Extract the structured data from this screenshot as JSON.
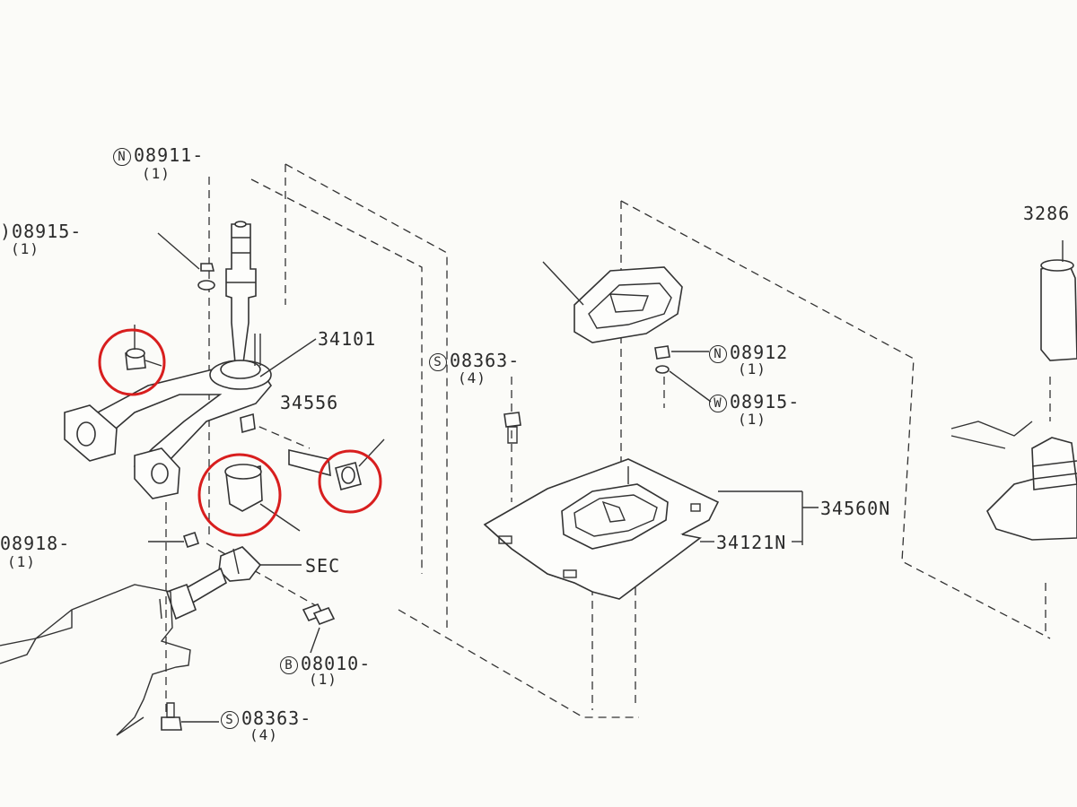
{
  "callouts": {
    "n08911": {
      "badge": "N",
      "code": "08911-",
      "qty": "(1)"
    },
    "w08915_left": {
      "badge": "",
      "code": ")08915-",
      "qty": "(1)"
    },
    "p34101": {
      "code": "34101"
    },
    "p34556": {
      "code": "34556"
    },
    "s08363_mid": {
      "badge": "S",
      "code": "08363-",
      "qty": "(4)"
    },
    "n08912": {
      "badge": "N",
      "code": "08912",
      "qty": "(1)"
    },
    "w08915_right": {
      "badge": "W",
      "code": "08915-",
      "qty": "(1)"
    },
    "p34560n": {
      "code": "34560N"
    },
    "p34121n": {
      "code": "34121N"
    },
    "p08918": {
      "code": "08918-",
      "qty": "(1)"
    },
    "sec": {
      "code": "SEC"
    },
    "b08010": {
      "badge": "B",
      "code": "08010-",
      "qty": "(1)"
    },
    "s08363_bottom": {
      "badge": "S",
      "code": "08363-",
      "qty": "(4)"
    },
    "p3286": {
      "code": "3286"
    }
  },
  "highlight_color": "#d81e1e"
}
